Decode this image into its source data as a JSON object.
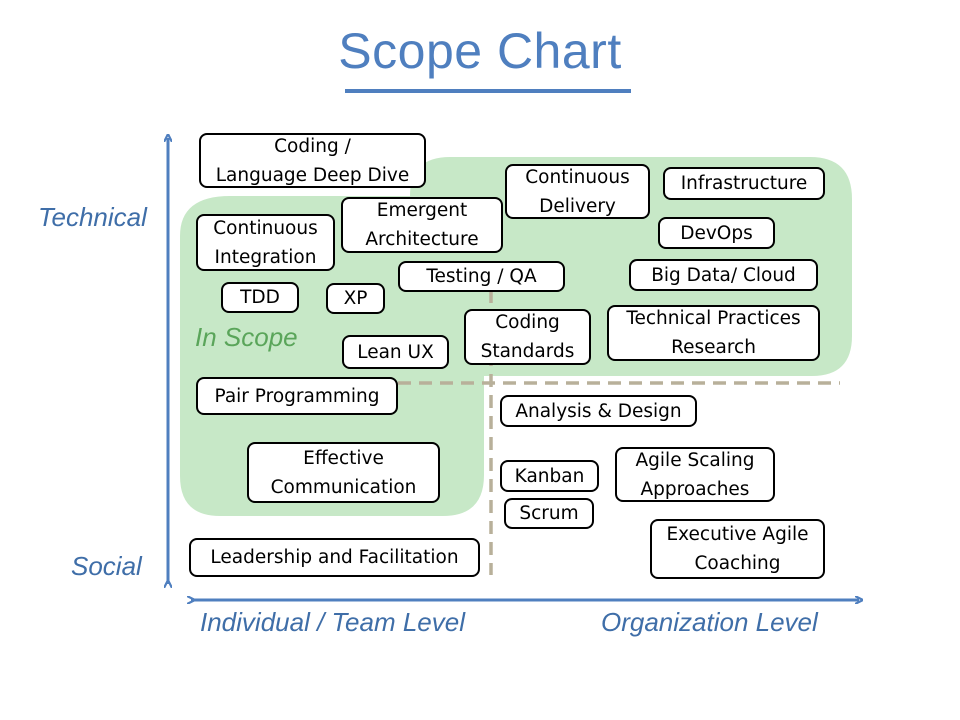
{
  "title": "Scope Chart",
  "in_scope_label": "In Scope",
  "axes": {
    "vertical_top": "Technical",
    "vertical_bottom": "Social",
    "horizontal_left": "Individual / Team Level",
    "horizontal_right": "Organization  Level"
  },
  "colors": {
    "title": "#4f7fbf",
    "axis": "#4f7fbf",
    "in_scope_fill": "#c7e8c7",
    "in_scope_text": "#5aa55a",
    "divider": "#b8b09a"
  },
  "boxes": {
    "coding_deep_dive": "Coding /\nLanguage Deep Dive",
    "continuous_delivery": "Continuous\nDelivery",
    "infrastructure": "Infrastructure",
    "continuous_integration": "Continuous\nIntegration",
    "emergent_architecture": "Emergent\nArchitecture",
    "devops": "DevOps",
    "testing_qa": "Testing / QA",
    "big_data_cloud": "Big Data/ Cloud",
    "tdd": "TDD",
    "xp": "XP",
    "coding_standards": "Coding\nStandards",
    "technical_practices_research": "Technical Practices\nResearch",
    "lean_ux": "Lean UX",
    "pair_programming": "Pair Programming",
    "analysis_design": "Analysis & Design",
    "effective_communication": "Effective\nCommunication",
    "kanban": "Kanban",
    "agile_scaling": "Agile Scaling\nApproaches",
    "scrum": "Scrum",
    "executive_agile_coaching": "Executive Agile\nCoaching",
    "leadership_facilitation": "Leadership and Facilitation"
  }
}
